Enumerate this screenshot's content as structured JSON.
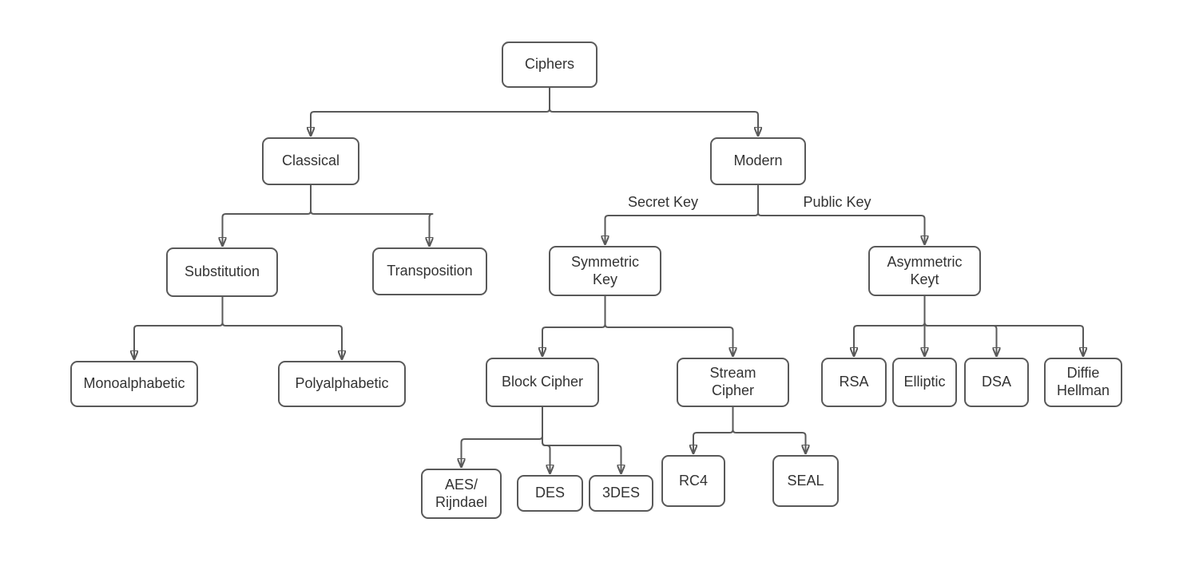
{
  "diagram": {
    "type": "tree-flowchart",
    "nodes": {
      "ciphers": {
        "label": "Ciphers"
      },
      "classical": {
        "label": "Classical"
      },
      "modern": {
        "label": "Modern"
      },
      "substitution": {
        "label": "Substitution"
      },
      "transposition": {
        "label": "Transposition"
      },
      "monoalphabetic": {
        "label": "Monoalphabetic"
      },
      "polyalphabetic": {
        "label": "Polyalphabetic"
      },
      "symmetric_key": {
        "label": "Symmetric\nKey"
      },
      "asymmetric_keyt": {
        "label": "Asymmetric\nKeyt"
      },
      "block_cipher": {
        "label": "Block Cipher"
      },
      "stream_cipher": {
        "label": "Stream\nCipher"
      },
      "aes_rijndael": {
        "label": "AES/\nRijndael"
      },
      "des": {
        "label": "DES"
      },
      "triple_des": {
        "label": "3DES"
      },
      "rc4": {
        "label": "RC4"
      },
      "seal": {
        "label": "SEAL"
      },
      "rsa": {
        "label": "RSA"
      },
      "elliptic": {
        "label": "Elliptic"
      },
      "dsa": {
        "label": "DSA"
      },
      "diffie_hellman": {
        "label": "Diffie\nHellman"
      }
    },
    "edge_labels": {
      "secret_key": "Secret Key",
      "public_key": "Public Key"
    },
    "colors": {
      "node_border": "#595959",
      "connector": "#595959",
      "arrowhead": "#595959",
      "text": "#333333",
      "background": "#ffffff"
    }
  }
}
